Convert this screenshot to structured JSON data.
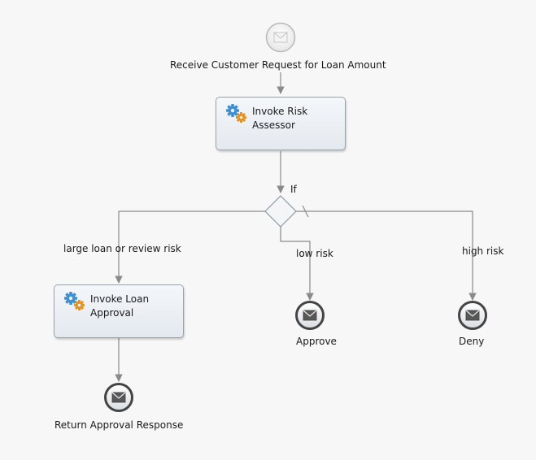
{
  "nodes": {
    "start_event_label": "Receive Customer Request for Loan Amount",
    "risk_assessor": {
      "line1": "Invoke Risk",
      "line2": "Assessor"
    },
    "gateway_label": "If",
    "loan_approval": {
      "line1": "Invoke Loan",
      "line2": "Approval"
    },
    "approve_label": "Approve",
    "deny_label": "Deny",
    "return_label": "Return Approval Response"
  },
  "edges": {
    "large_loan": "large loan or review risk",
    "low_risk": "low risk",
    "high_risk": "high risk"
  },
  "icons": {
    "message": "envelope-icon",
    "service": "gear-icon"
  },
  "colors": {
    "connector": "#8a8a8a",
    "end_event_border": "#444444",
    "start_event_border": "#b8b8b8",
    "gear_blue": "#3d8fd6",
    "gear_orange": "#e8901c"
  }
}
